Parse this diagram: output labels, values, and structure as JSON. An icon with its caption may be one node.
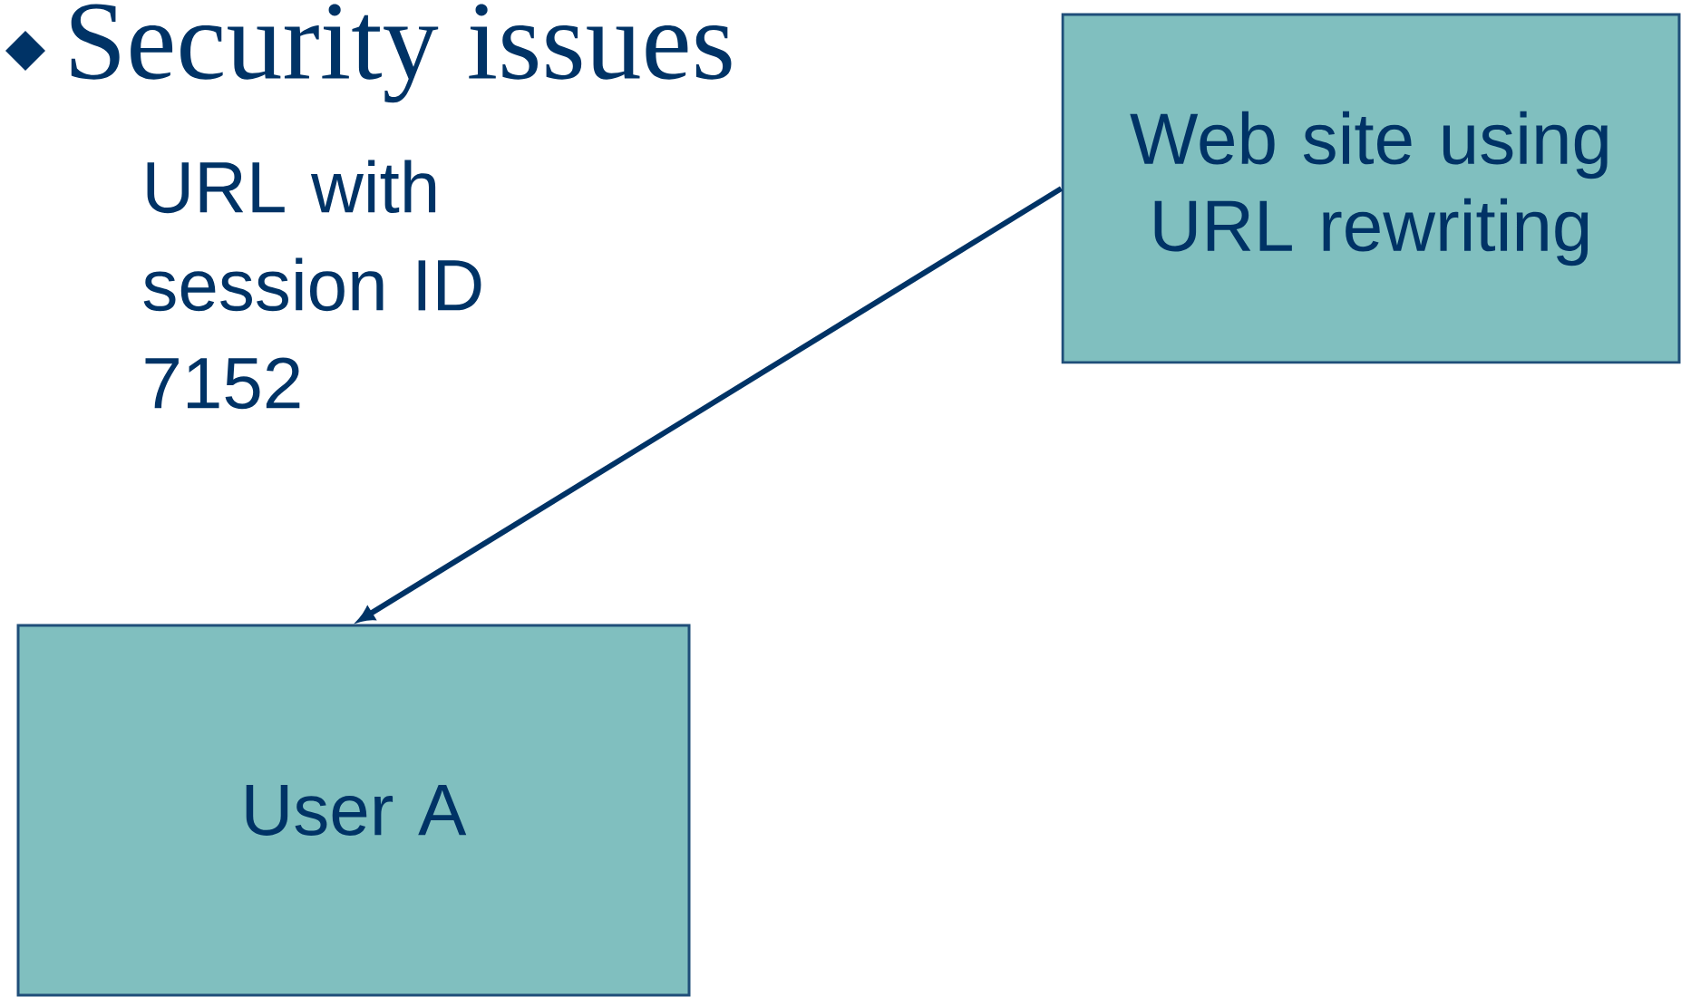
{
  "diagram": {
    "title": "Security issues",
    "nodes": [
      {
        "text": [
          "Web site using URL rewriting"
        ]
      },
      {
        "text": [
          "User A"
        ]
      }
    ],
    "edges": [
      {
        "from": 0,
        "to": 1,
        "arrow": "to"
      }
    ],
    "labels": [
      "URL with session ID 7152"
    ]
  }
}
